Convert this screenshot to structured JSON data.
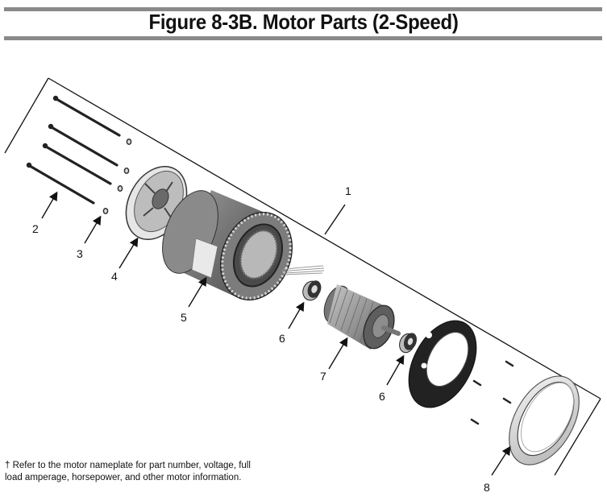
{
  "figure": {
    "title": "Figure 8-3B. Motor Parts (2-Speed)",
    "footnote": "† Refer to the motor nameplate for part number, voltage, full load amperage, horsepower, and other motor information."
  },
  "callouts": [
    {
      "number": "1",
      "part": "motor-assembly"
    },
    {
      "number": "2",
      "part": "through-bolt"
    },
    {
      "number": "3",
      "part": "washer"
    },
    {
      "number": "4",
      "part": "end-bell"
    },
    {
      "number": "5",
      "part": "stator-housing"
    },
    {
      "number": "6",
      "part": "bearing"
    },
    {
      "number": "7",
      "part": "rotor"
    },
    {
      "number": "6",
      "part": "bearing"
    },
    {
      "number": "8",
      "part": "mounting-ring"
    }
  ]
}
